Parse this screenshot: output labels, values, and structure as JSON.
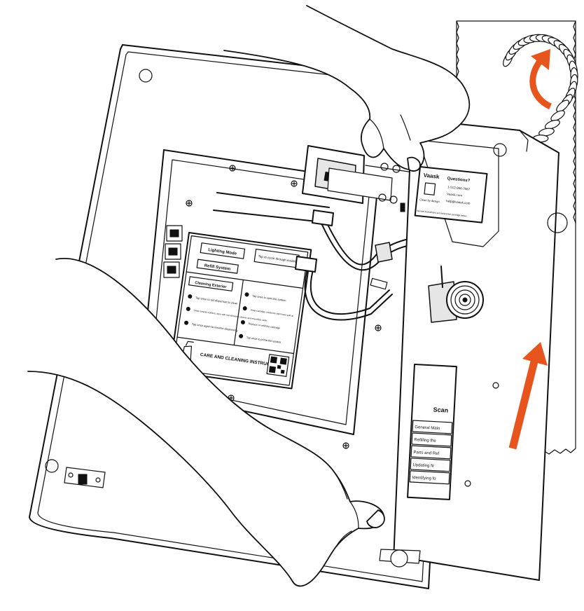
{
  "colors": {
    "accent": "#E8541E",
    "ink": "#111111",
    "panel": "#ffffff",
    "shade": "#e6e6e6"
  },
  "label_card": {
    "lighting_mode": "Lighting Mode",
    "tap_cycle": "Tap to cycle through modes",
    "refill_system": "Refill System",
    "cleaning_exterior": "Cleaning Exterior",
    "step1": "Tap once to set dispenser to clean",
    "step2": "Clean exterior surface, wipe with non-abrasive cleaner and microfiber cloth",
    "step3": "Tap once again to resume dispensing",
    "refill1": "Tap once to open the system",
    "refill2": "Swap cartridge, rotate the right lower pull up",
    "refill3": "Replace or refill the cartridge",
    "refill4": "Tap once to prime the system",
    "care_title": "CARE AND CLEANING INSTRUCTIONS"
  },
  "info_sticker": {
    "brand": "Vaask",
    "tagline": "Clean by design",
    "heading": "Questions?",
    "phone": "1-512-956-7687",
    "web": "Vaask.com",
    "email": "help@vaask.com",
    "note": "Service instructions are behind the cartridge below"
  },
  "door_sticker": {
    "title": "Scan",
    "rows": [
      "General Main",
      "Refilling the",
      "Parts and Ref",
      "Updating fir",
      "Identifying fo"
    ]
  }
}
